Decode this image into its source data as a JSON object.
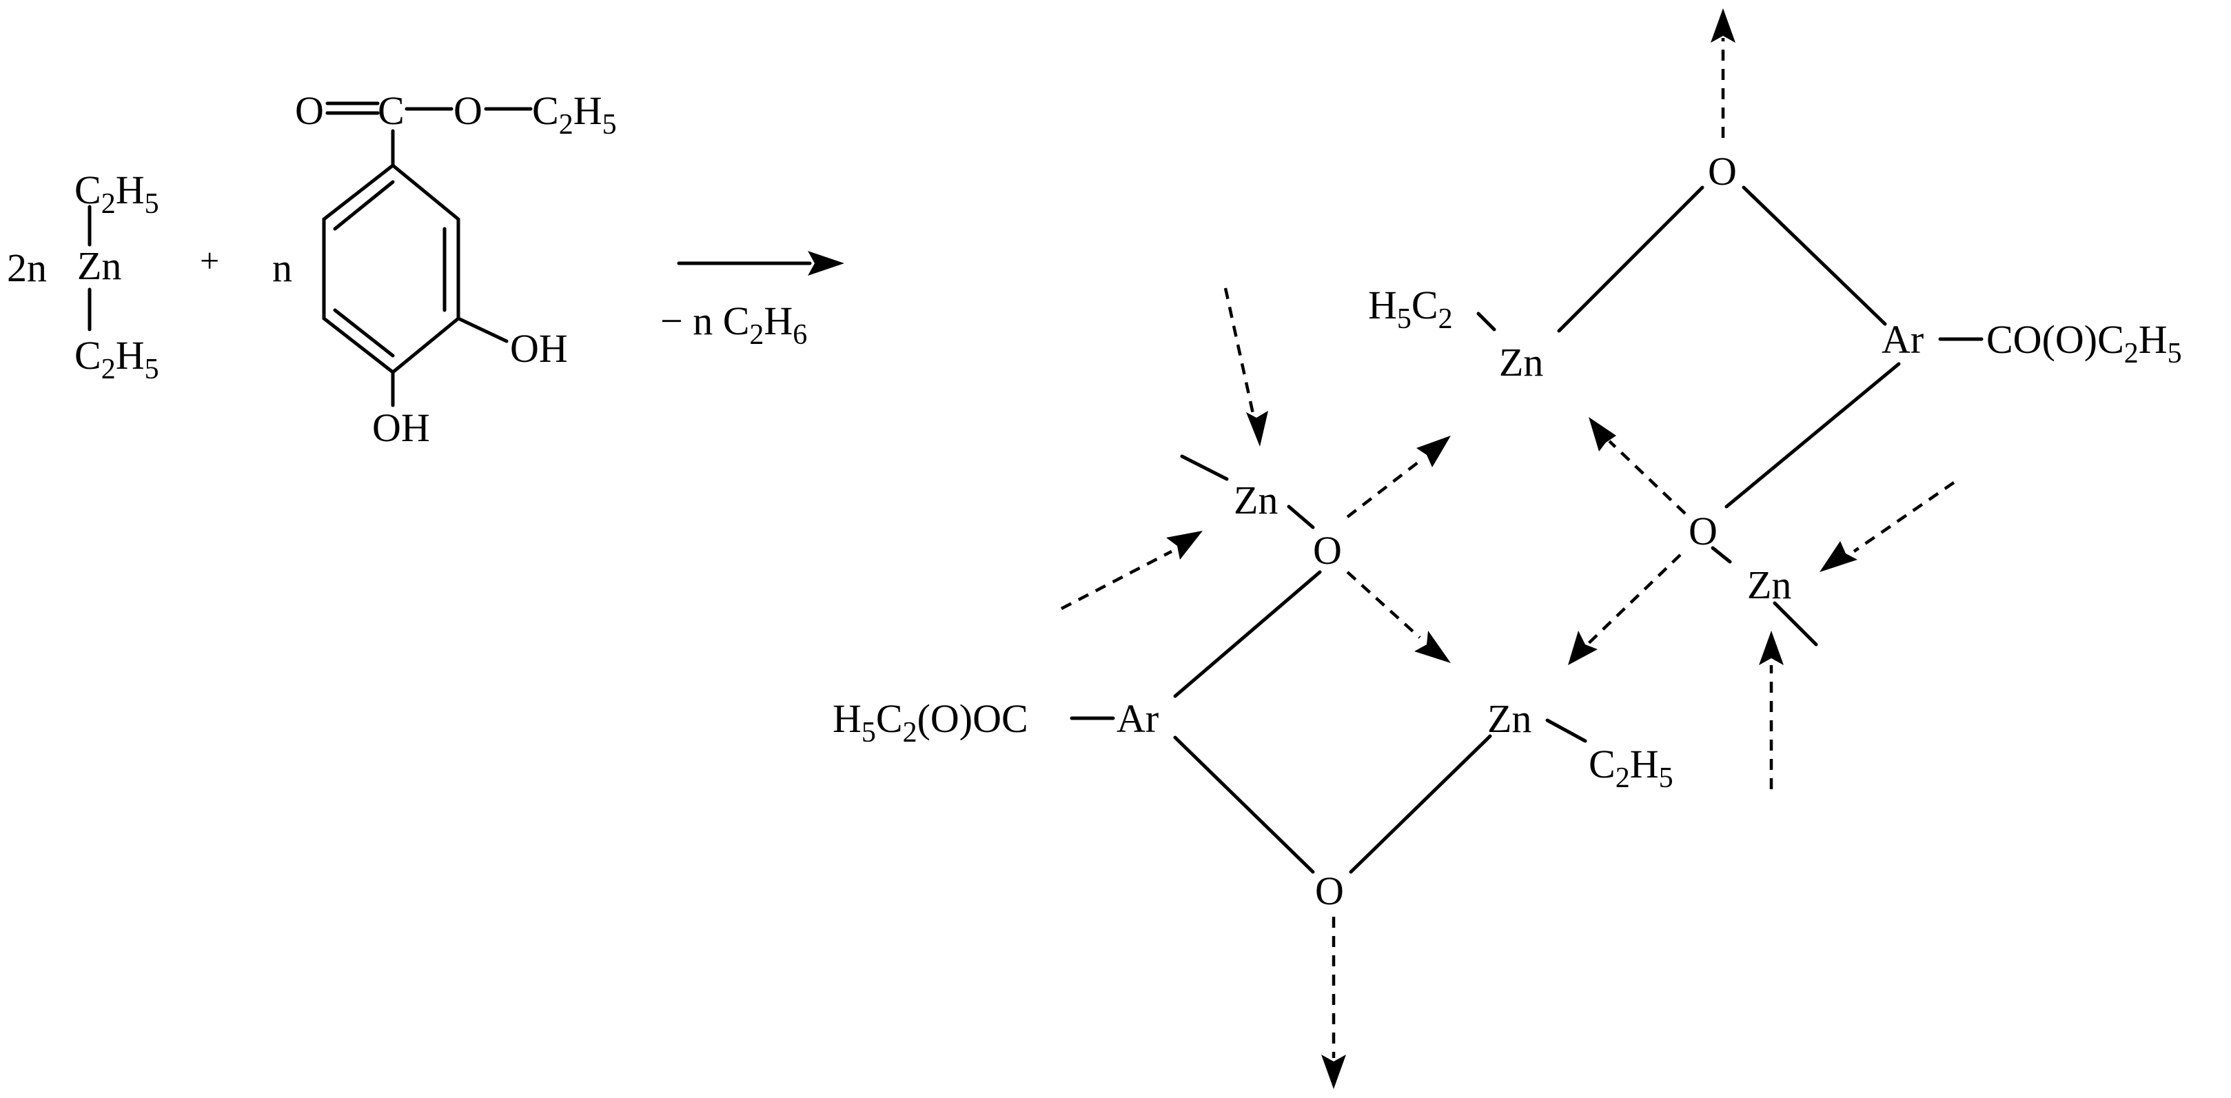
{
  "reaction": {
    "coefficient_zn": "2n",
    "zn_label": "Zn",
    "ethyl_top": "C2H5",
    "ethyl_bottom": "C2H5",
    "plus": "+",
    "coefficient_ester": "n",
    "ester_O": "O",
    "ester_C": "C",
    "ester_O2": "O",
    "ester_ethyl": "C2H5",
    "oh_right": "OH",
    "oh_bottom": "OH",
    "byproduct": "− n C2H6"
  },
  "product": {
    "top_O": "O",
    "upper_Zn": "Zn",
    "upper_ethyl": "H5C2",
    "upper_Ar": "Ar",
    "upper_substituent": "CO(O)C2H5",
    "mid_O_right": "O",
    "right_Zn": "Zn",
    "left_Zn": "Zn",
    "mid_O_left": "O",
    "lower_Ar": "Ar",
    "lower_substituent": "H5C2(O)OC",
    "lower_Zn": "Zn",
    "lower_ethyl": "C2H5",
    "bottom_O": "O"
  },
  "colors": {
    "ink": "#000000",
    "background": "#ffffff"
  }
}
